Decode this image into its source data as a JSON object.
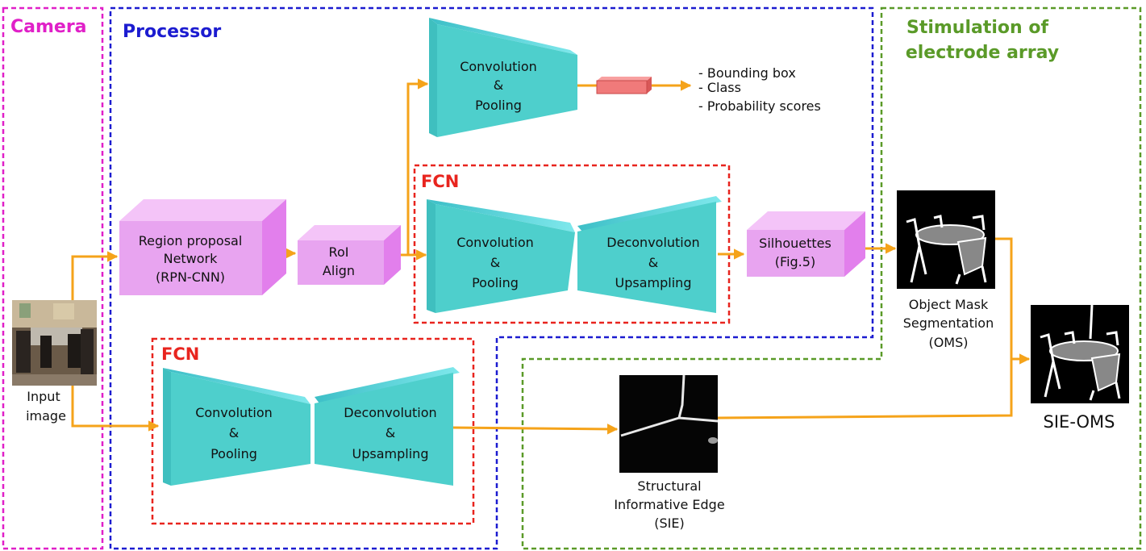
{
  "sections": {
    "camera": "Camera",
    "processor": "Processor",
    "stimulation_line1": "Stimulation of",
    "stimulation_line2": "electrode array"
  },
  "colors": {
    "camera": "#e020c8",
    "processor": "#1c1cd0",
    "stimulation": "#5a9a28",
    "fcn": "#e8241e",
    "arrow": "#f5a31a",
    "teal": "#4ecfcc",
    "pink": "#e89af0"
  },
  "input": {
    "line1": "Input",
    "line2": "image"
  },
  "rpn": {
    "line1": "Region proposal",
    "line2": "Network",
    "line3": "(RPN-CNN)"
  },
  "roi": {
    "line1": "RoI",
    "line2": "Align"
  },
  "top_conv": {
    "line1": "Convolution",
    "line2": "&",
    "line3": "Pooling"
  },
  "outputs": [
    "- Bounding box",
    "- Class",
    "- Probability scores"
  ],
  "fcn1": {
    "label": "FCN",
    "conv": {
      "line1": "Convolution",
      "line2": "&",
      "line3": "Pooling"
    },
    "deconv": {
      "line1": "Deconvolution",
      "line2": "&",
      "line3": "Upsampling"
    }
  },
  "silhouettes": {
    "line1": "Silhouettes",
    "line2": "(Fig.5)"
  },
  "fcn2": {
    "label": "FCN",
    "conv": {
      "line1": "Convolution",
      "line2": "&",
      "line3": "Pooling"
    },
    "deconv": {
      "line1": "Deconvolution",
      "line2": "&",
      "line3": "Upsampling"
    }
  },
  "sie": {
    "line1": "Structural",
    "line2": "Informative Edge",
    "line3": "(SIE)"
  },
  "oms": {
    "line1": "Object Mask",
    "line2": "Segmentation",
    "line3": "(OMS)"
  },
  "final": {
    "label": "SIE-OMS"
  }
}
